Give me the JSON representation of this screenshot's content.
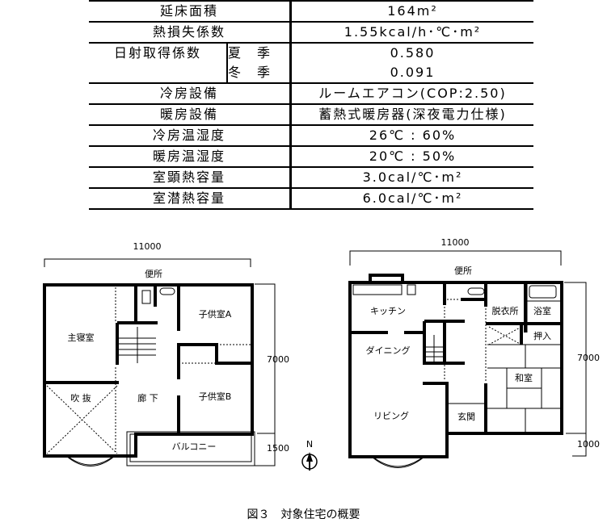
{
  "table": {
    "rows": [
      {
        "label": "延床面積",
        "value": "164m²"
      },
      {
        "label": "熱損失係数",
        "value": "1.55kcal/h･℃･m²"
      },
      {
        "label": "日射取得係数",
        "summer_label": "夏　季",
        "summer_value": "0.580",
        "winter_label": "冬　季",
        "winter_value": "0.091"
      },
      {
        "label": "冷房設備",
        "value": "ルームエアコン(COP:2.50)"
      },
      {
        "label": "暖房設備",
        "value": "蓄熱式暖房器(深夜電力仕様)"
      },
      {
        "label": "冷房温湿度",
        "value": "26℃ : 60%"
      },
      {
        "label": "暖房温湿度",
        "value": "20℃ : 50%"
      },
      {
        "label": "室顕熱容量",
        "value": "3.0cal/℃･m²"
      },
      {
        "label": "室潜熱容量",
        "value": "6.0cal/℃･m²"
      }
    ]
  },
  "plan2f": {
    "width_dim": "11000",
    "depth_dim": "7000",
    "balcony_dim": "1500",
    "rooms": {
      "toilet": "便所",
      "master": "主寝室",
      "void": "吹 抜",
      "hall": "廊 下",
      "kidsA": "子供室A",
      "kidsB": "子供室B",
      "balcony": "バルコニー"
    }
  },
  "plan1f": {
    "width_dim": "11000",
    "depth_dim": "7000",
    "extra_dim": "1000",
    "rooms": {
      "toilet": "便所",
      "kitchen": "キッチン",
      "dining": "ダイニング",
      "living": "リビング",
      "entrance": "玄関",
      "dressing": "脱衣所",
      "bath": "浴室",
      "closet": "押入",
      "japanese": "和室"
    }
  },
  "north_label": "N",
  "caption": "図３　対象住宅の概要"
}
